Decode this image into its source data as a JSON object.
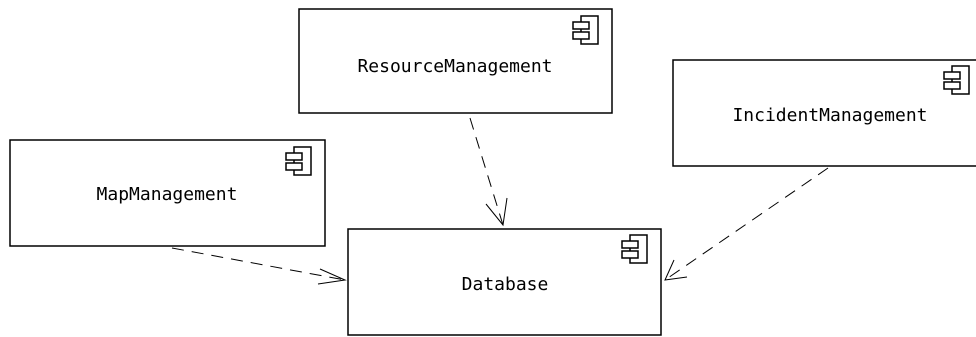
{
  "diagram": {
    "type": "uml-component-diagram",
    "components": [
      {
        "id": "resource",
        "label": "ResourceManagement",
        "icon": "component-icon"
      },
      {
        "id": "incident",
        "label": "IncidentManagement",
        "icon": "component-icon"
      },
      {
        "id": "map",
        "label": "MapManagement",
        "icon": "component-icon"
      },
      {
        "id": "database",
        "label": "Database",
        "icon": "component-icon"
      }
    ],
    "dependencies": [
      {
        "from": "resource",
        "to": "database",
        "style": "dashed",
        "arrow": "open"
      },
      {
        "from": "incident",
        "to": "database",
        "style": "dashed",
        "arrow": "open"
      },
      {
        "from": "map",
        "to": "database",
        "style": "dashed",
        "arrow": "open"
      }
    ],
    "colors": {
      "background": "#ffffff",
      "stroke": "#000000",
      "text": "#000000"
    }
  }
}
